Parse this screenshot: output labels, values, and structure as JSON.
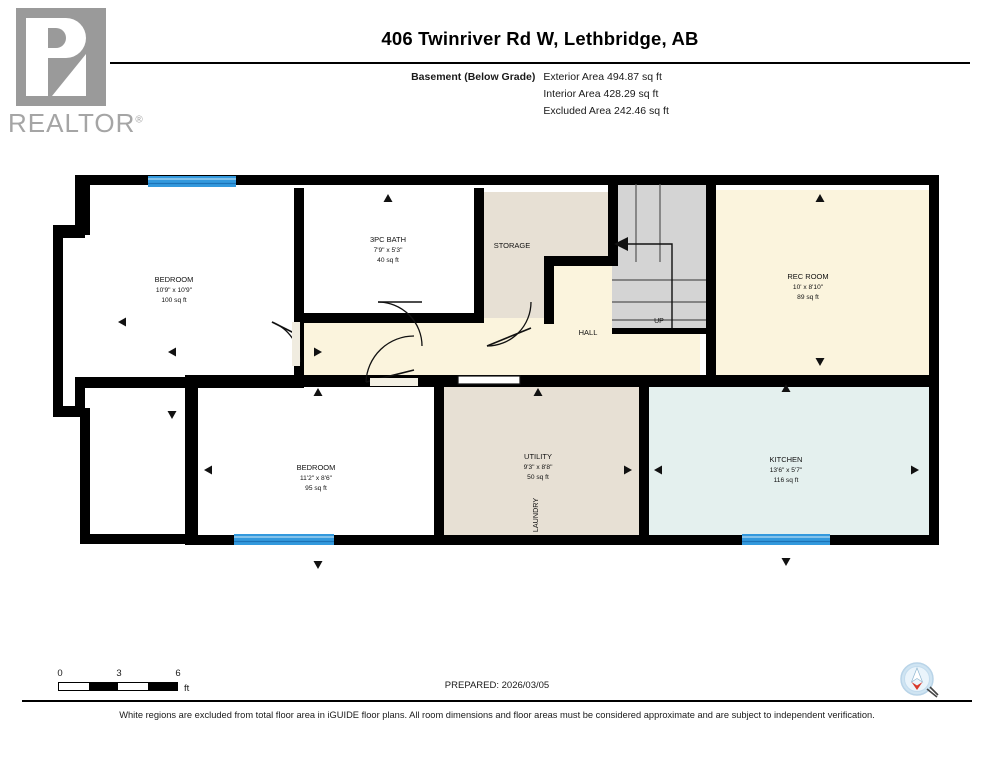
{
  "logo": {
    "wordmark": "REALTOR",
    "registered": "®"
  },
  "header": {
    "title": "406 Twinriver Rd W, Lethbridge, AB",
    "level_name": "Basement (Below Grade)",
    "areas": [
      "Exterior Area 494.87 sq ft",
      "Interior Area 428.29 sq ft",
      "Excluded Area 242.46 sq ft"
    ]
  },
  "floorplan": {
    "rooms": [
      {
        "id": "bedroom-upper-left",
        "name": "BEDROOM",
        "dimensions": "10'9\" x 10'9\"",
        "area": "100 sq ft",
        "fill": "#ffffff"
      },
      {
        "id": "bath",
        "name": "3PC BATH",
        "dimensions": "7'9\" x 5'3\"",
        "area": "40 sq ft",
        "fill": "#ffffff"
      },
      {
        "id": "storage",
        "name": "STORAGE",
        "dimensions": "",
        "area": "",
        "fill": "#e7e0d4"
      },
      {
        "id": "hall",
        "name": "HALL",
        "dimensions": "",
        "area": "",
        "fill": "#fbf4dd"
      },
      {
        "id": "rec-room",
        "name": "REC ROOM",
        "dimensions": "10' x 8'10\"",
        "area": "89 sq ft",
        "fill": "#fbf4dd"
      },
      {
        "id": "bedroom-lower-left",
        "name": "BEDROOM",
        "dimensions": "11'2\" x 8'6\"",
        "area": "95 sq ft",
        "fill": "#ffffff"
      },
      {
        "id": "utility",
        "name": "UTILITY",
        "dimensions": "9'3\" x 8'8\"",
        "area": "50 sq ft",
        "fill": "#e7e0d4"
      },
      {
        "id": "laundry",
        "name": "LAUNDRY",
        "dimensions": "",
        "area": "",
        "fill": "#e7e0d4"
      },
      {
        "id": "kitchen",
        "name": "KITCHEN",
        "dimensions": "13'6\" x 5'7\"",
        "area": "116 sq ft",
        "fill": "#e4f0ee"
      }
    ],
    "stairs_label": "UP",
    "colors": {
      "wall": "#000000",
      "excluded": "#ffffff",
      "hall_fill": "#fbf4dd",
      "storage_fill": "#e7e0d4",
      "kitchen_fill": "#e4f0ee",
      "stairs_fill": "#d4d4d4",
      "window": "#3399dd"
    }
  },
  "scale": {
    "ticks": [
      "0",
      "3",
      "6"
    ],
    "unit": "ft"
  },
  "footer": {
    "prepared": "PREPARED: 2026/03/05",
    "disclaimer": "White regions are excluded from total floor area in iGUIDE floor plans. All room dimensions and floor areas must be considered approximate and are subject to independent verification."
  }
}
